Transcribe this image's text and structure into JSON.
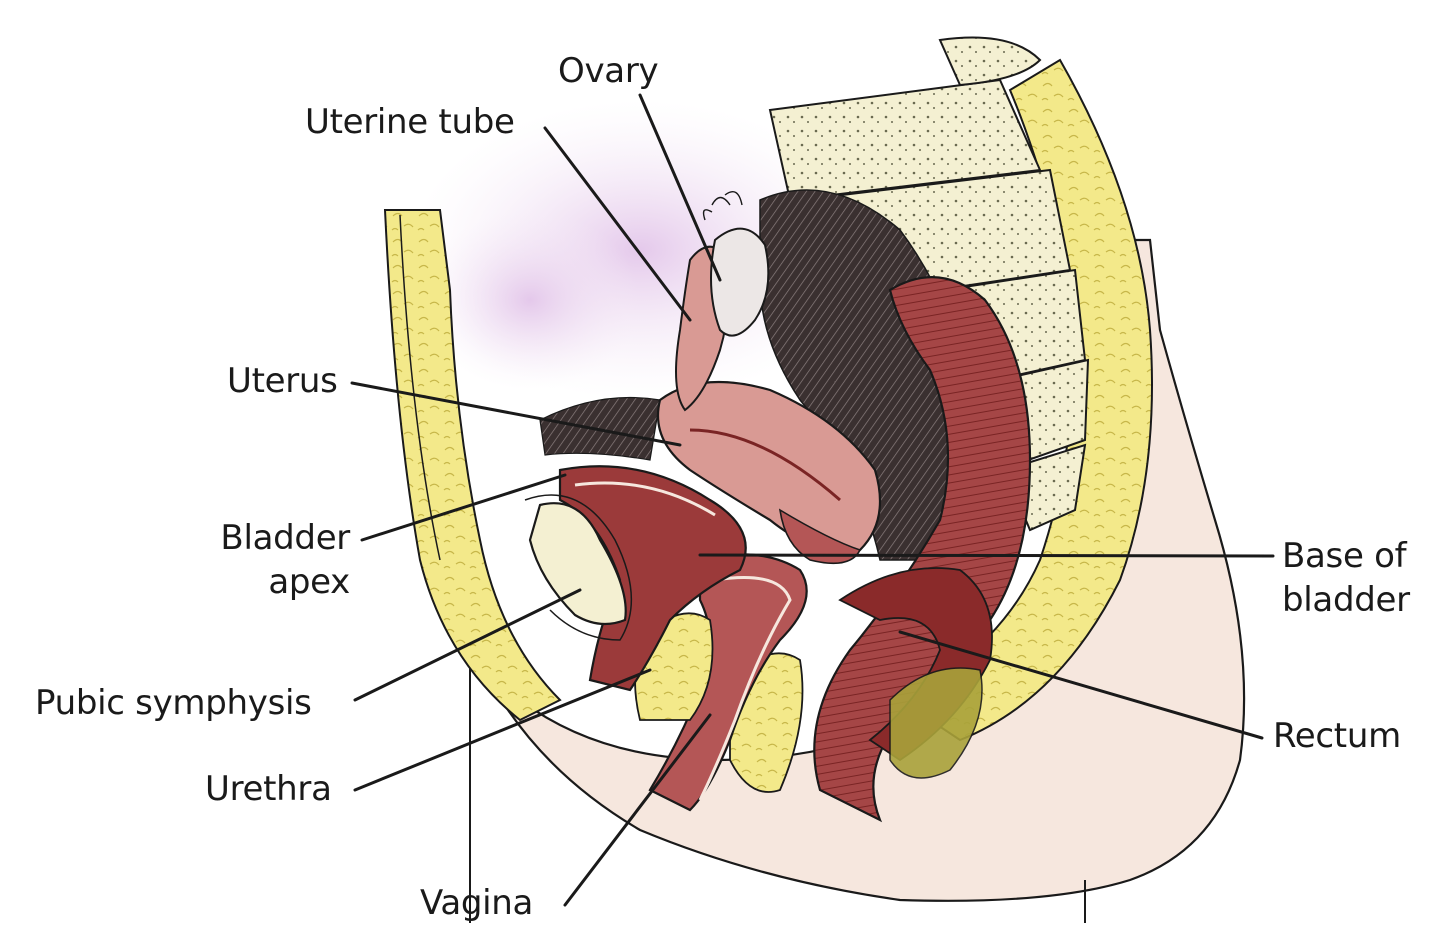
{
  "labels": {
    "ovary": "Ovary",
    "uterine_tube": "Uterine tube",
    "uterus": "Uterus",
    "bladder_apex_1": "Bladder",
    "bladder_apex_2": "apex",
    "pubic_symphysis": "Pubic symphysis",
    "urethra": "Urethra",
    "vagina": "Vagina",
    "base_of_bladder_1": "Base of",
    "base_of_bladder_2": "bladder",
    "rectum": "Rectum"
  },
  "colors": {
    "line": "#1a1a1a",
    "skin": "#f6e7de",
    "fat": "#f3e98a",
    "muscle_dark": "#8a2a2a",
    "muscle_mid": "#b45656",
    "mucosa_pink": "#d99a94",
    "bone": "#f4f0d2",
    "shadow_purple": "#e9d3ec",
    "dark_cavity": "#2a2222",
    "fecal_green": "#a9a23a"
  }
}
